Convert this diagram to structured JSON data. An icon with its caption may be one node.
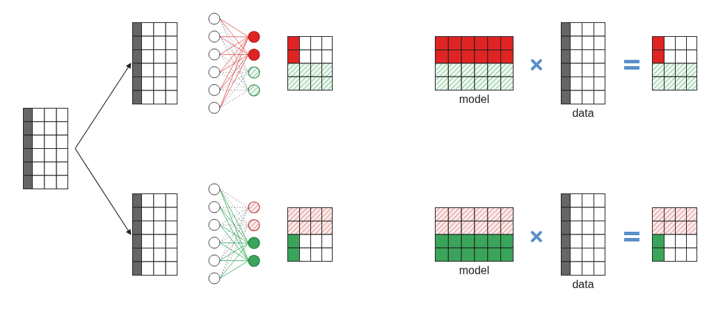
{
  "diagram": {
    "nodes": [
      {
        "text": [],
        "shape": "grid"
      },
      {
        "text": [],
        "shape": "grid"
      },
      {
        "text": [],
        "shape": "grid"
      },
      {
        "text": [
          "model"
        ]
      },
      {
        "text": [
          "data"
        ]
      },
      {
        "text": [
          "model"
        ]
      },
      {
        "text": [
          "data"
        ]
      }
    ],
    "edges": [
      {
        "from": 0,
        "to": 1,
        "arrow": "to"
      },
      {
        "from": 0,
        "to": 2,
        "arrow": "to"
      }
    ]
  }
}
